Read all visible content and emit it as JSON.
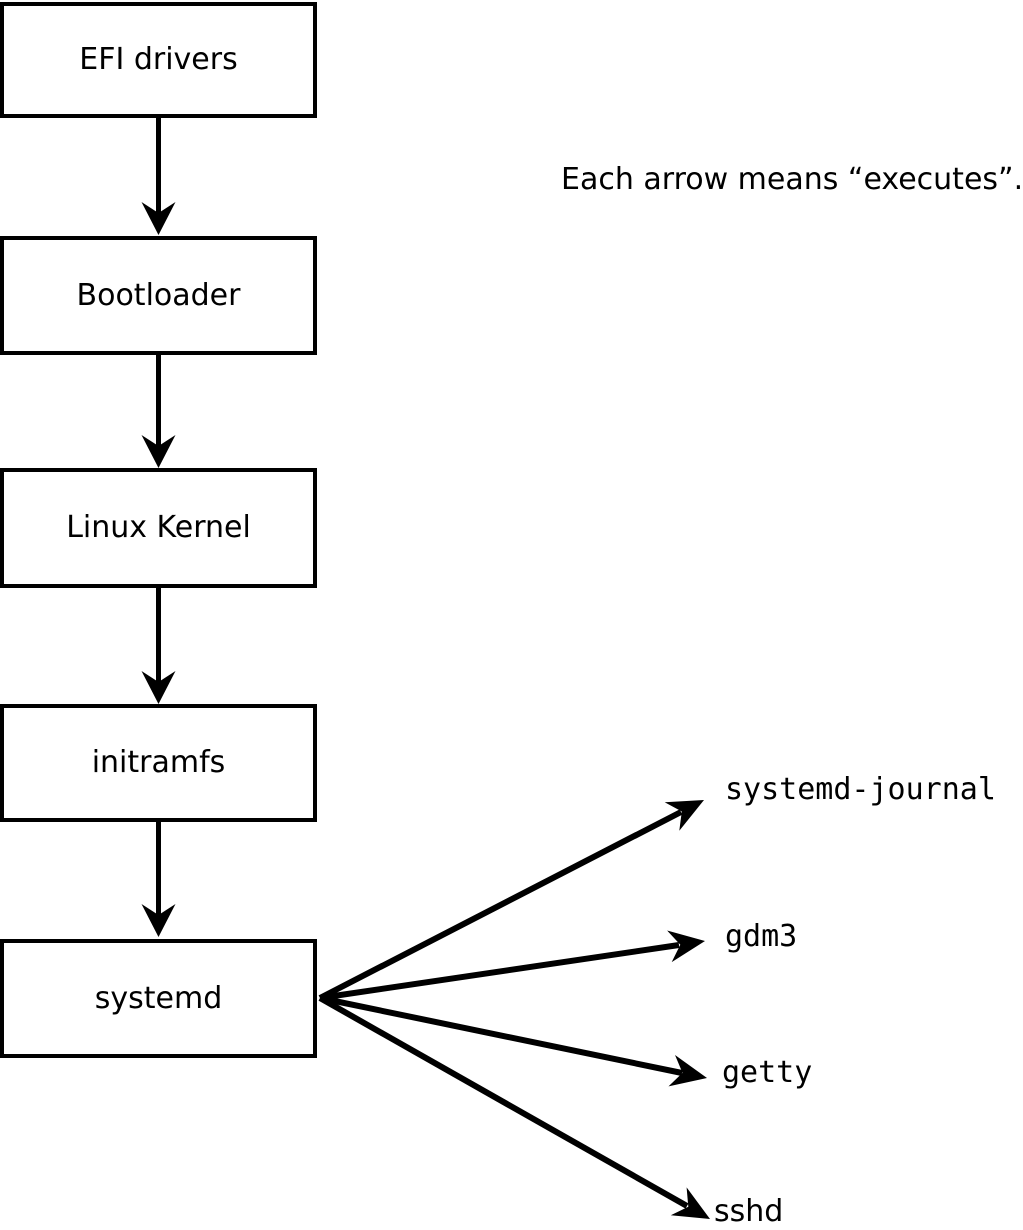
{
  "annotation": {
    "text": "Each arrow means “executes”."
  },
  "chain": [
    {
      "id": "efi-drivers",
      "label": "EFI drivers"
    },
    {
      "id": "bootloader",
      "label": "Bootloader"
    },
    {
      "id": "linux-kernel",
      "label": "Linux Kernel"
    },
    {
      "id": "initramfs",
      "label": "initramfs"
    },
    {
      "id": "systemd",
      "label": "systemd"
    }
  ],
  "processes": [
    {
      "id": "systemd-journal",
      "label": "systemd-journal"
    },
    {
      "id": "gdm3",
      "label": "gdm3"
    },
    {
      "id": "getty",
      "label": "getty"
    },
    {
      "id": "sshd",
      "label": "sshd"
    }
  ],
  "edges": [
    {
      "from": "EFI drivers",
      "to": "Bootloader"
    },
    {
      "from": "Bootloader",
      "to": "Linux Kernel"
    },
    {
      "from": "Linux Kernel",
      "to": "initramfs"
    },
    {
      "from": "initramfs",
      "to": "systemd"
    },
    {
      "from": "systemd",
      "to": "systemd-journal"
    },
    {
      "from": "systemd",
      "to": "gdm3"
    },
    {
      "from": "systemd",
      "to": "getty"
    },
    {
      "from": "systemd",
      "to": "sshd"
    }
  ],
  "colors": {
    "background": "#ffffff",
    "stroke": "#000000",
    "box_fill": "#ffffff",
    "text": "#000000"
  }
}
